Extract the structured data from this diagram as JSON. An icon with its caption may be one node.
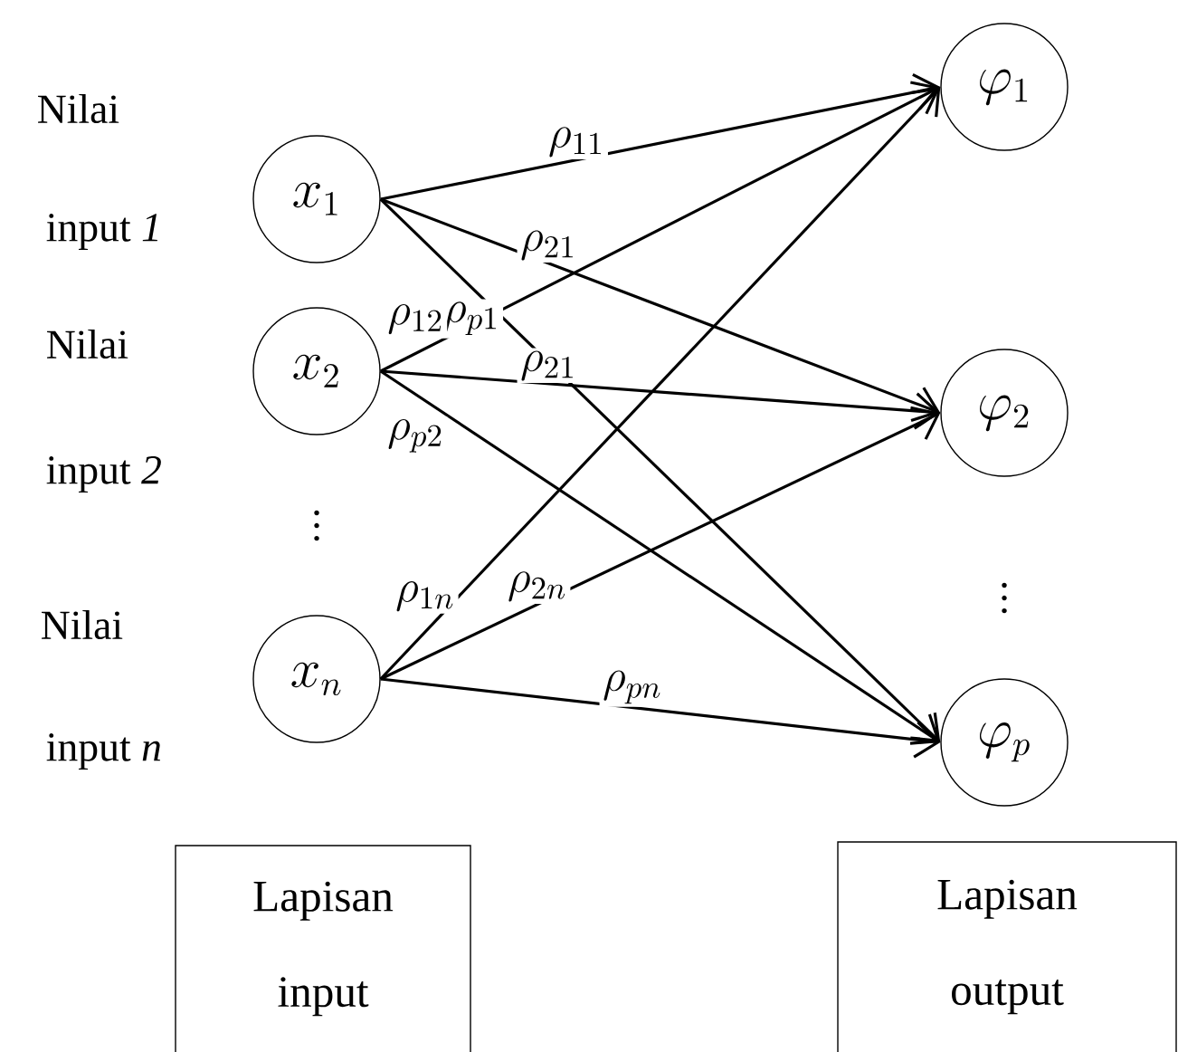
{
  "diagram": {
    "nodes": [
      {
        "text": [
          "x_{1}"
        ],
        "beside": [
          "Nilai",
          "input *1*"
        ]
      },
      {
        "text": [
          "x_{2}"
        ],
        "beside": [
          "Nilai",
          "input *2*"
        ]
      },
      {
        "text": [
          "x_{n}"
        ],
        "beside": [
          "Nilai",
          "input *n*"
        ]
      },
      {
        "text": [
          "\\varphi_{1}"
        ]
      },
      {
        "text": [
          "\\varphi_{2}"
        ]
      },
      {
        "text": [
          "\\varphi_{p}"
        ]
      },
      {
        "text": [
          "Lapisan input"
        ]
      },
      {
        "text": [
          "Lapisan output"
        ]
      }
    ],
    "edges": [
      {
        "from": 0,
        "to": 3,
        "arrow": "to",
        "label": "\\rho_{11}"
      },
      {
        "from": 0,
        "to": 4,
        "arrow": "to",
        "label": "\\rho_{21}"
      },
      {
        "from": 0,
        "to": 5,
        "arrow": "to",
        "label": "\\rho_{p1}"
      },
      {
        "from": 1,
        "to": 3,
        "arrow": "to",
        "label": "\\rho_{12}"
      },
      {
        "from": 1,
        "to": 4,
        "arrow": "to",
        "label": "\\rho_{21}"
      },
      {
        "from": 1,
        "to": 5,
        "arrow": "to",
        "label": "\\rho_{p2}"
      },
      {
        "from": 2,
        "to": 3,
        "arrow": "to",
        "label": "\\rho_{1n}"
      },
      {
        "from": 2,
        "to": 4,
        "arrow": "to",
        "label": "\\rho_{2n}"
      },
      {
        "from": 2,
        "to": 5,
        "arrow": "to",
        "label": "\\rho_{pn}"
      }
    ],
    "labels": [
      "\\vdots",
      "\\vdots"
    ]
  }
}
